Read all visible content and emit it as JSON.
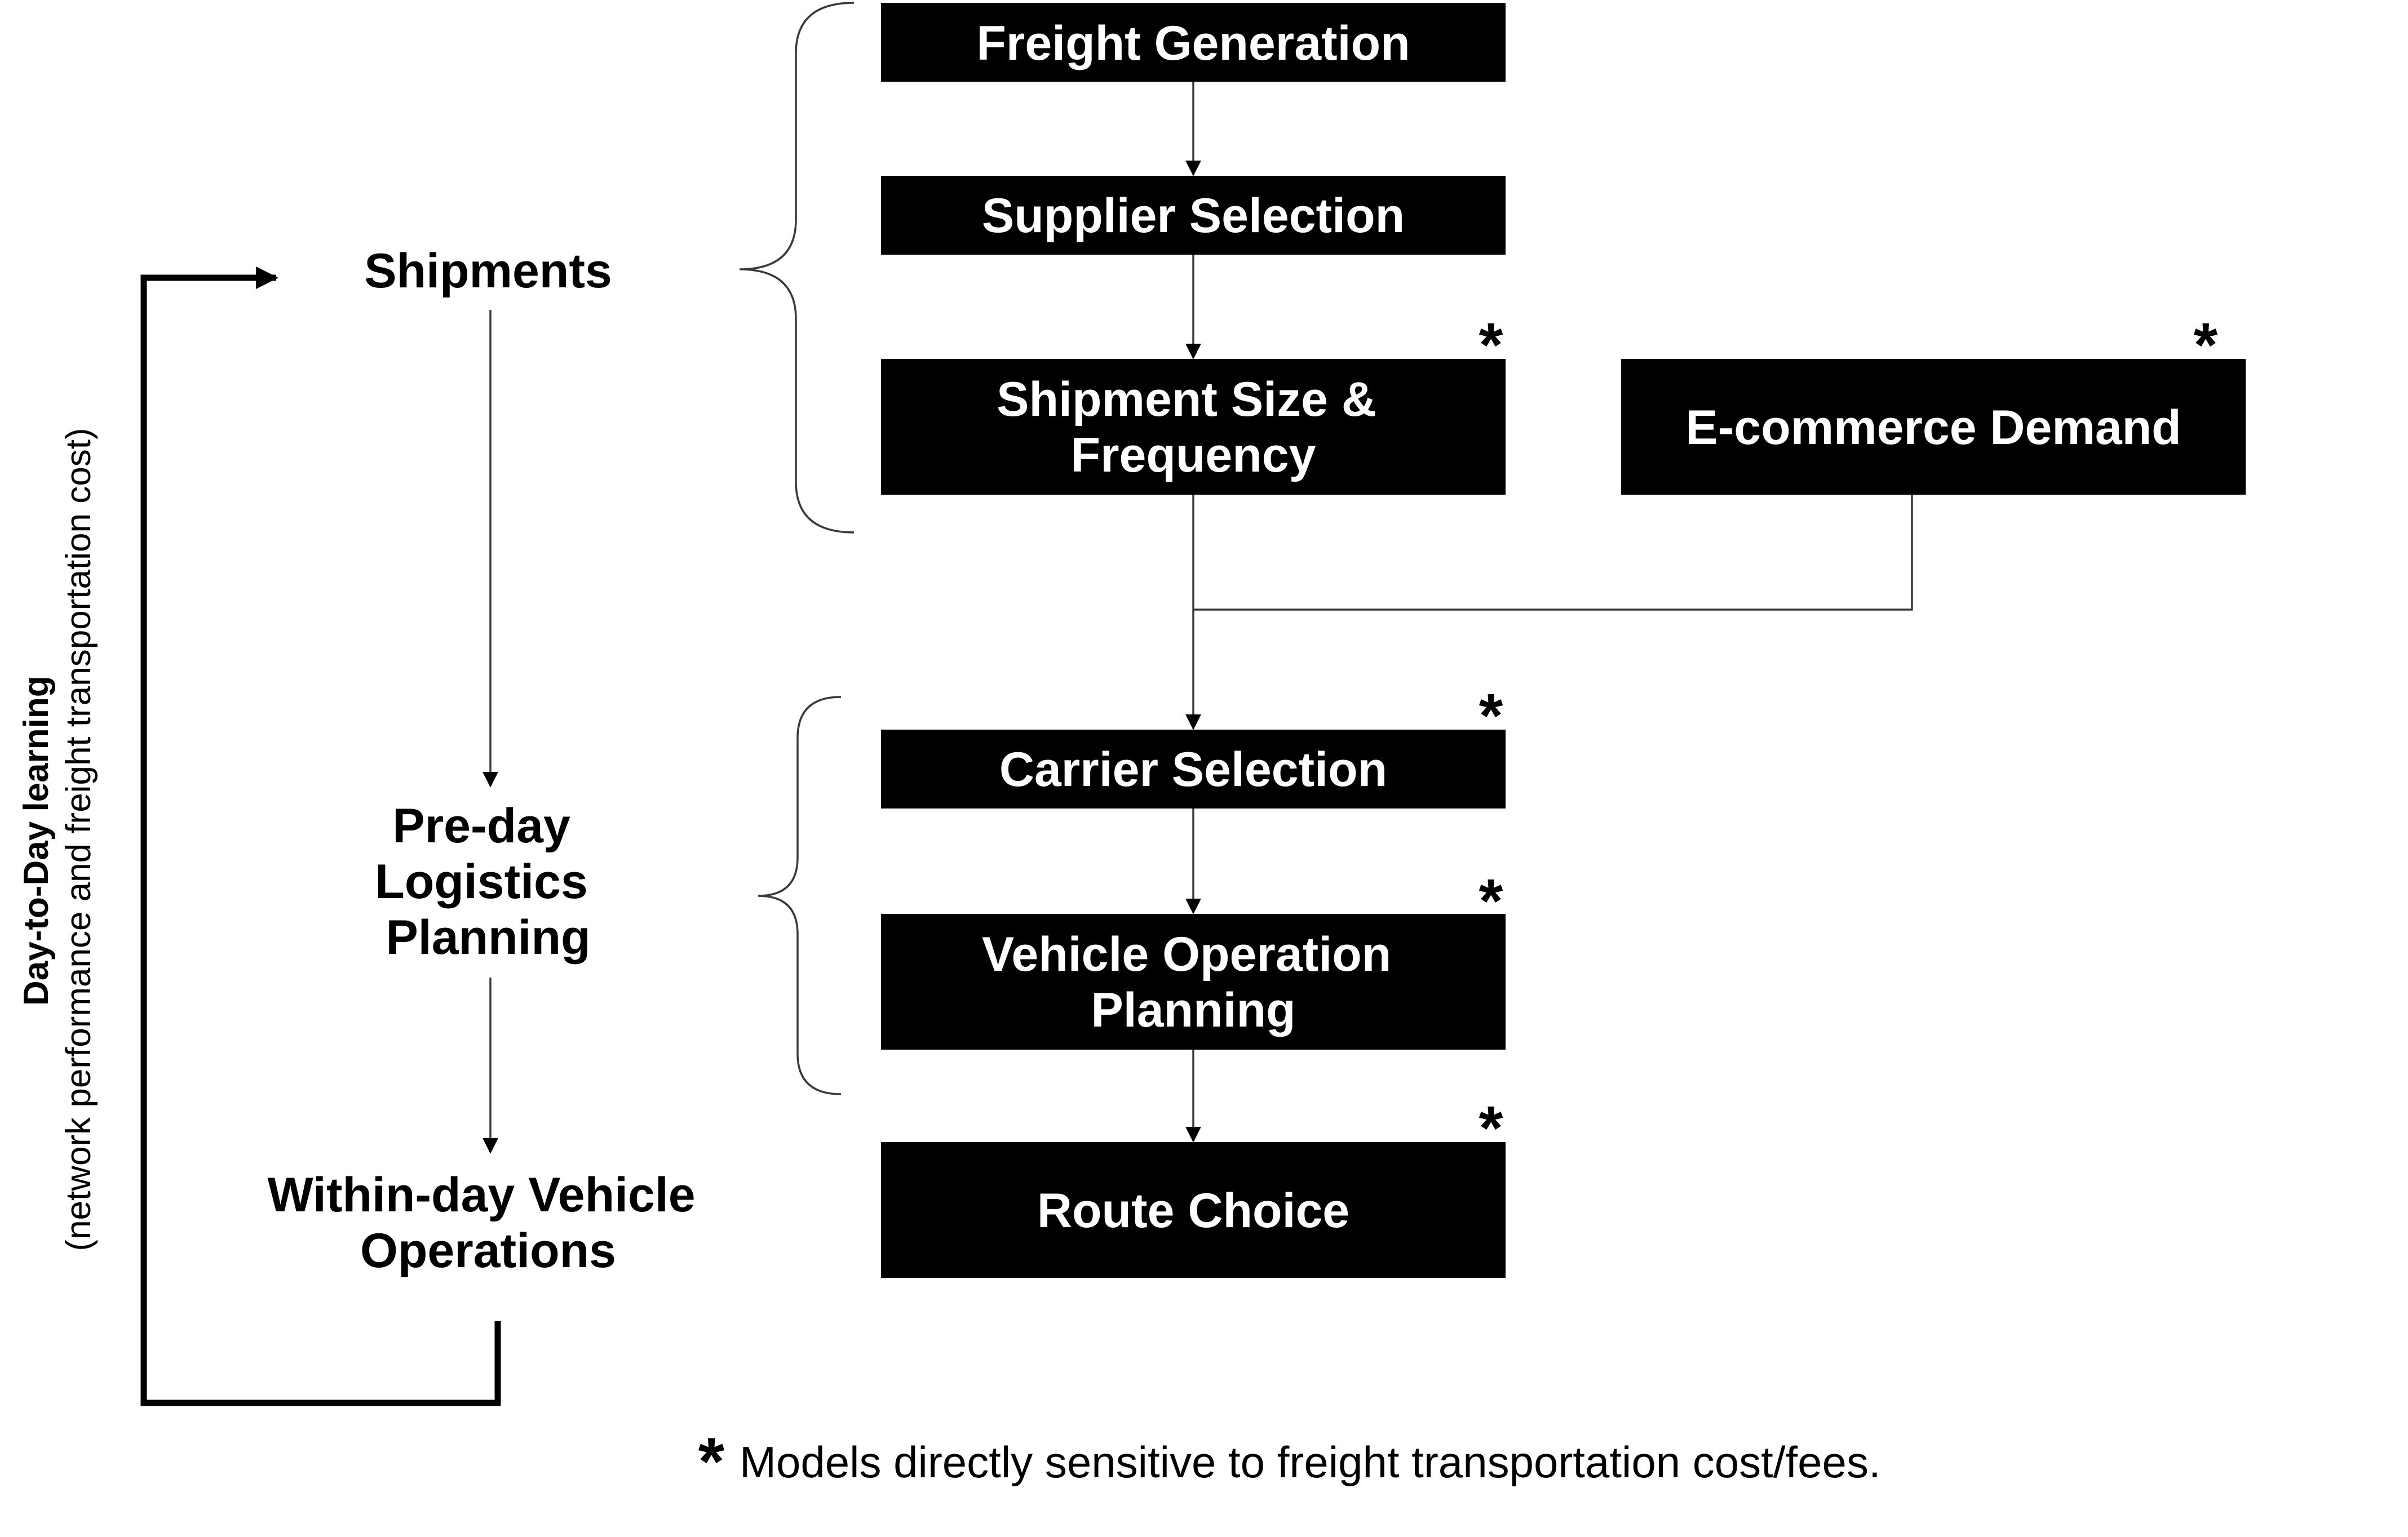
{
  "boxes": {
    "freight_generation": [
      "Freight Generation"
    ],
    "supplier_selection": [
      "Supplier Selection"
    ],
    "shipment_size_frequency": [
      "Shipment Size &",
      "Frequency"
    ],
    "ecommerce_demand": [
      "E-commerce Demand"
    ],
    "carrier_selection": [
      "Carrier Selection"
    ],
    "vehicle_operation_planning": [
      "Vehicle Operation",
      "Planning"
    ],
    "route_choice": [
      "Route Choice"
    ]
  },
  "stages": {
    "shipments": [
      "Shipments"
    ],
    "preday_planning": [
      "Pre-day",
      "Logistics",
      "Planning"
    ],
    "withinday_operations": [
      "Within-day Vehicle",
      "Operations"
    ]
  },
  "feedback_loop": {
    "title": "Day-to-Day learning",
    "subtitle": "(network performance and freight transportation cost)"
  },
  "marker_symbol": "*",
  "legend": {
    "symbol": "*",
    "text": "Models directly sensitive to freight transportation cost/fees."
  }
}
